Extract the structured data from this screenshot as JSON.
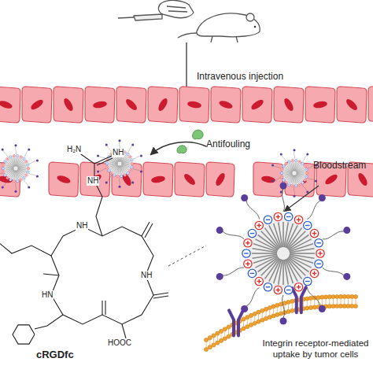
{
  "diagram": {
    "labels": [
      "Intravenous injection",
      "Antifouling",
      "Bloodstream",
      "cRGDfc",
      "Integrin receptor-mediated uptake by tumor cells",
      "H₂N",
      "NH",
      "NH",
      "NH",
      "HN",
      "NH",
      "HOOC"
    ]
  }
}
